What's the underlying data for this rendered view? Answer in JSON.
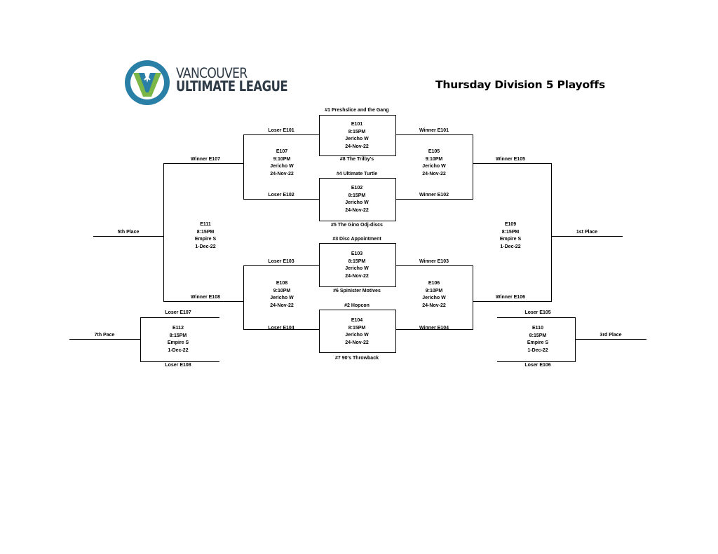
{
  "logo": {
    "line1": "VANCOUVER",
    "line2": "ULTIMATE LEAGUE",
    "brand_color": "#2a7fa6",
    "accent_color": "#7ab648"
  },
  "title": "Thursday Division 5 Playoffs",
  "seeds": {
    "s1": "#1 Preshslice and the Gang",
    "s8": "#8 The Trilby's",
    "s4": "#4 Ultimate Turtle",
    "s5": "#5 The Gino Odj-discs",
    "s3": "#3 Disc Appointment",
    "s6": "#6 Spinister Motives",
    "s2": "#2 Hopcon",
    "s7": "#7 90's Throwback"
  },
  "games": {
    "e101": {
      "id": "E101",
      "time": "8:15PM",
      "field": "Jericho W",
      "date": "24-Nov-22"
    },
    "e102": {
      "id": "E102",
      "time": "8:15PM",
      "field": "Jericho W",
      "date": "24-Nov-22"
    },
    "e103": {
      "id": "E103",
      "time": "8:15PM",
      "field": "Jericho W",
      "date": "24-Nov-22"
    },
    "e104": {
      "id": "E104",
      "time": "8:15PM",
      "field": "Jericho W",
      "date": "24-Nov-22"
    },
    "e105": {
      "id": "E105",
      "time": "9:10PM",
      "field": "Jericho W",
      "date": "24-Nov-22"
    },
    "e106": {
      "id": "E106",
      "time": "9:10PM",
      "field": "Jericho W",
      "date": "24-Nov-22"
    },
    "e107": {
      "id": "E107",
      "time": "9:10PM",
      "field": "Jericho W",
      "date": "24-Nov-22"
    },
    "e108": {
      "id": "E108",
      "time": "9:10PM",
      "field": "Jericho W",
      "date": "24-Nov-22"
    },
    "e109": {
      "id": "E109",
      "time": "8:15PM",
      "field": "Empire S",
      "date": "1-Dec-22"
    },
    "e110": {
      "id": "E110",
      "time": "8:15PM",
      "field": "Empire S",
      "date": "1-Dec-22"
    },
    "e111": {
      "id": "E111",
      "time": "8:15PM",
      "field": "Empire S",
      "date": "1-Dec-22"
    },
    "e112": {
      "id": "E112",
      "time": "8:15PM",
      "field": "Empire S",
      "date": "1-Dec-22"
    }
  },
  "labels": {
    "loser_e101": "Loser E101",
    "loser_e102": "Loser E102",
    "loser_e103": "Loser E103",
    "loser_e104": "Loser E104",
    "winner_e101": "Winner E101",
    "winner_e102": "Winner E102",
    "winner_e103": "Winner E103",
    "winner_e104": "Winner E104",
    "winner_e107": "Winner E107",
    "winner_e108": "Winner E108",
    "winner_e105": "Winner E105",
    "winner_e106": "Winner E106",
    "loser_e107": "Loser E107",
    "loser_e108": "Loser E108",
    "loser_e105": "Loser E105",
    "loser_e106": "Loser E106",
    "fifth_place": "5th Place",
    "first_place": "1st Place",
    "seventh_place": "7th Pace",
    "third_place": "3rd Place"
  }
}
